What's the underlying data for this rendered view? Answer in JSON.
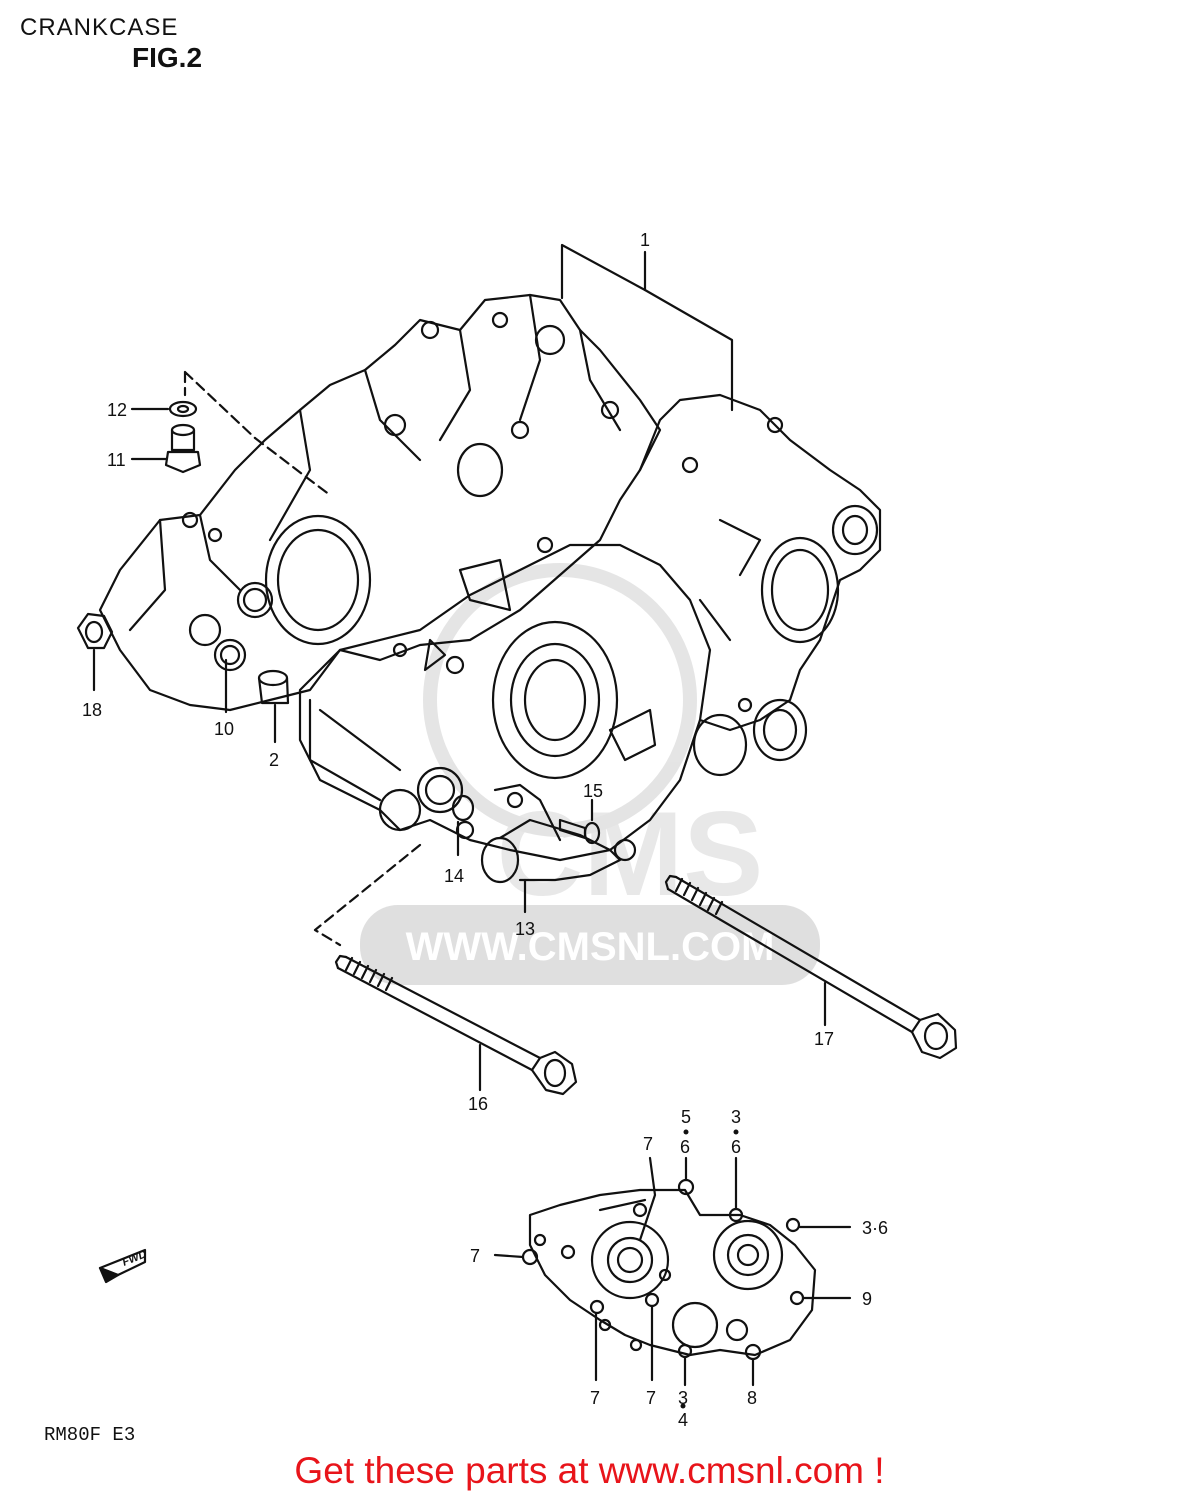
{
  "header": {
    "section_title": "CRANKCASE",
    "figure_label": "FIG.2"
  },
  "footer": {
    "model_code": "RM80F E3",
    "promo_text": "Get these parts at www.cmsnl.com !"
  },
  "watermark": {
    "url_text": "WWW.CMSNL.COM",
    "brand_text": "CMS"
  },
  "direction_marker": {
    "label": "FWD"
  },
  "callouts": {
    "c1": "1",
    "c2": "2",
    "c10": "10",
    "c11": "11",
    "c12": "12",
    "c13": "13",
    "c14": "14",
    "c15": "15",
    "c16": "16",
    "c17": "17",
    "c18": "18",
    "d5": "5",
    "d6a": "6",
    "d3a": "3",
    "d6b": "6",
    "d7top": "7",
    "d36": "3·6",
    "d7left": "7",
    "d9": "9",
    "d7b1": "7",
    "d7b2": "7",
    "d3b": "3",
    "d4": "4",
    "d8": "8"
  },
  "colors": {
    "promo": "#e8141a",
    "line": "#111111",
    "watermark": "#d9d9d9"
  }
}
